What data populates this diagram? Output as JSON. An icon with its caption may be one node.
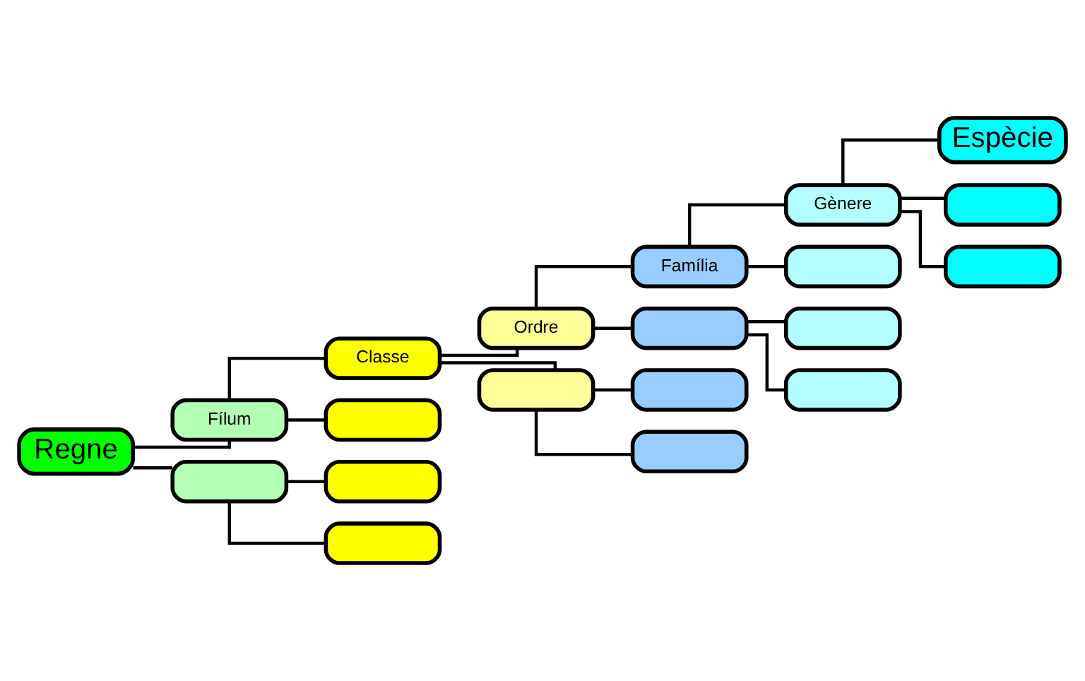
{
  "diagram": {
    "nodes": [
      {
        "text": [
          "Regne"
        ]
      },
      {
        "text": [
          "Fílum"
        ]
      },
      {
        "text": [],
        "shape": "box"
      },
      {
        "text": [
          "Classe"
        ]
      },
      {
        "text": [],
        "shape": "box"
      },
      {
        "text": [],
        "shape": "box"
      },
      {
        "text": [],
        "shape": "box"
      },
      {
        "text": [
          "Ordre"
        ]
      },
      {
        "text": [],
        "shape": "box"
      },
      {
        "text": [
          "Família"
        ]
      },
      {
        "text": [],
        "shape": "box"
      },
      {
        "text": [],
        "shape": "box"
      },
      {
        "text": [],
        "shape": "box"
      },
      {
        "text": [
          "Gènere"
        ]
      },
      {
        "text": [],
        "shape": "box"
      },
      {
        "text": [],
        "shape": "box"
      },
      {
        "text": [],
        "shape": "box"
      },
      {
        "text": [
          "Espècie"
        ]
      },
      {
        "text": [],
        "shape": "box"
      },
      {
        "text": [],
        "shape": "box"
      }
    ],
    "edges": [
      {
        "from": 0,
        "to": 1,
        "arrow": "none"
      },
      {
        "from": 0,
        "to": 2,
        "arrow": "none"
      },
      {
        "from": 1,
        "to": 3,
        "arrow": "none"
      },
      {
        "from": 1,
        "to": 4,
        "arrow": "none"
      },
      {
        "from": 2,
        "to": 5,
        "arrow": "none"
      },
      {
        "from": 2,
        "to": 6,
        "arrow": "none"
      },
      {
        "from": 3,
        "to": 7,
        "arrow": "none"
      },
      {
        "from": 3,
        "to": 8,
        "arrow": "none"
      },
      {
        "from": 7,
        "to": 9,
        "arrow": "none"
      },
      {
        "from": 7,
        "to": 10,
        "arrow": "none"
      },
      {
        "from": 8,
        "to": 11,
        "arrow": "none"
      },
      {
        "from": 8,
        "to": 12,
        "arrow": "none"
      },
      {
        "from": 9,
        "to": 13,
        "arrow": "none"
      },
      {
        "from": 9,
        "to": 14,
        "arrow": "none"
      },
      {
        "from": 10,
        "to": 15,
        "arrow": "none"
      },
      {
        "from": 10,
        "to": 16,
        "arrow": "none"
      },
      {
        "from": 13,
        "to": 17,
        "arrow": "none"
      },
      {
        "from": 13,
        "to": 18,
        "arrow": "none"
      },
      {
        "from": 13,
        "to": 19,
        "arrow": "none"
      }
    ]
  }
}
